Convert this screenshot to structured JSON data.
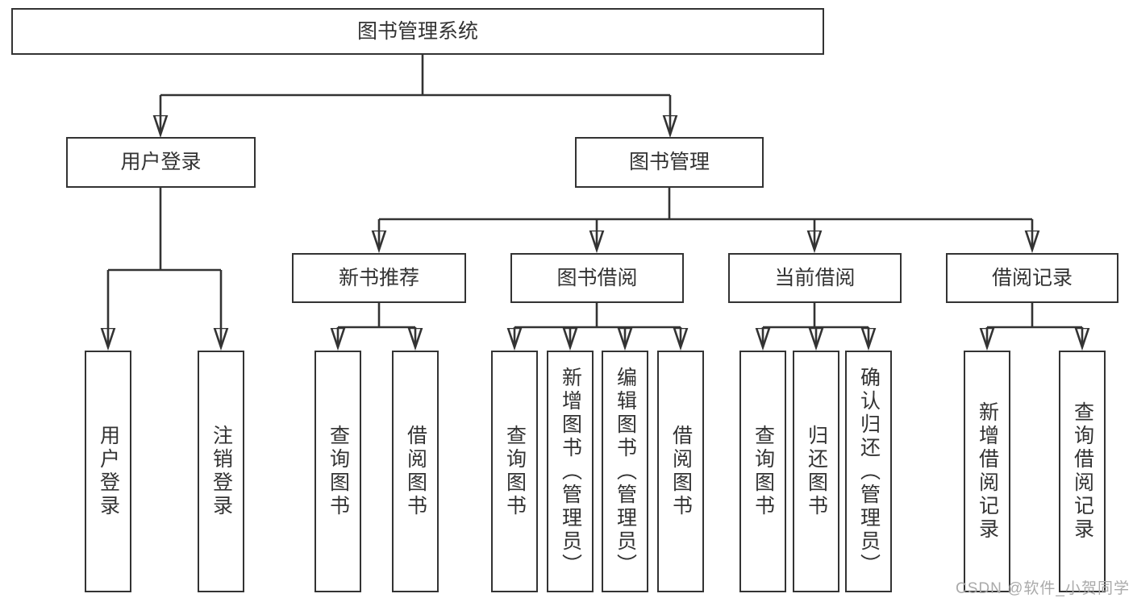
{
  "diagram_type": "hierarchy-tree",
  "colors": {
    "line": "#333333",
    "text": "#333333",
    "box_background": "#ffffff",
    "page_background": "#ffffff",
    "watermark_text": "#aaaaaa"
  },
  "watermark": {
    "text": "CSDN @软件_小贺同学"
  },
  "tree": {
    "label": "图书管理系统",
    "children": [
      {
        "label": "用户登录",
        "children": [
          {
            "label": "用户登录"
          },
          {
            "label": "注销登录"
          }
        ]
      },
      {
        "label": "图书管理",
        "children": [
          {
            "label": "新书推荐",
            "children": [
              {
                "label": "查询图书"
              },
              {
                "label": "借阅图书"
              }
            ]
          },
          {
            "label": "图书借阅",
            "children": [
              {
                "label": "查询图书"
              },
              {
                "label": "新增图书（管理员）"
              },
              {
                "label": "编辑图书（管理员）"
              },
              {
                "label": "借阅图书"
              }
            ]
          },
          {
            "label": "当前借阅",
            "children": [
              {
                "label": "查询图书"
              },
              {
                "label": "归还图书"
              },
              {
                "label": "确认归还（管理员）"
              }
            ]
          },
          {
            "label": "借阅记录",
            "children": [
              {
                "label": "新增借阅记录"
              },
              {
                "label": "查询借阅记录"
              }
            ]
          }
        ]
      }
    ]
  }
}
